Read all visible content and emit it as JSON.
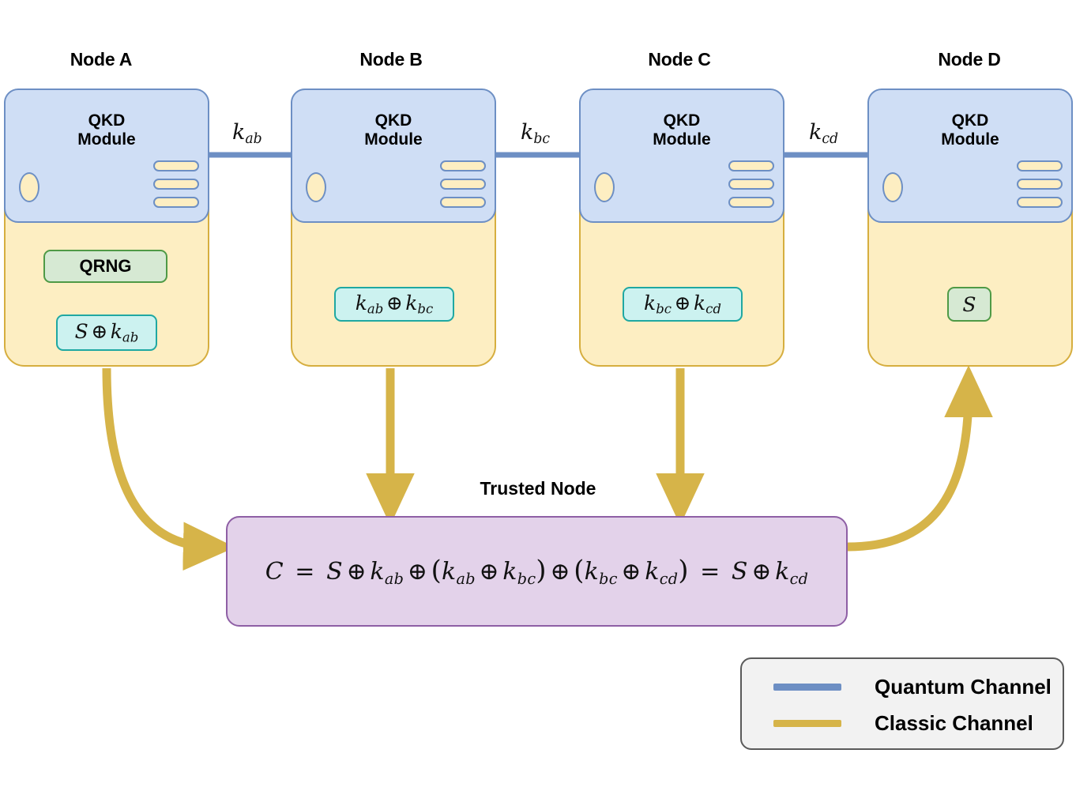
{
  "diagram": {
    "title_trusted_node": "Trusted Node",
    "colors": {
      "quantum_channel": "#6d8fc4",
      "classic_channel": "#d6b449",
      "node_shell_fill": "#fdeec2",
      "node_shell_border": "#d6ae3f",
      "qkd_module_fill": "#cfdef5",
      "qkd_module_border": "#6d8fc4",
      "qrng_fill": "#d6e9d3",
      "qrng_border": "#4f9a46",
      "xor_box_fill": "#ccf2f0",
      "xor_box_border": "#1fa8a2",
      "trusted_node_fill": "#e3d2ea",
      "trusted_node_border": "#8e5fa5",
      "legend_fill": "#f2f2f2",
      "legend_border": "#5a5a5a"
    }
  },
  "nodes": [
    {
      "title": "Node A",
      "module_label_line1": "QKD",
      "module_label_line2": "Module",
      "qrng_label": "QRNG",
      "payload": {
        "base": "S",
        "op": "⊕",
        "term": "k",
        "term_sub": "ab"
      },
      "payload_text": "S ⊕ k_ab"
    },
    {
      "title": "Node B",
      "module_label_line1": "QKD",
      "module_label_line2": "Module",
      "payload": {
        "base": "k",
        "base_sub": "ab",
        "op": "⊕",
        "term": "k",
        "term_sub": "bc"
      },
      "payload_text": "k_ab ⊕ k_bc"
    },
    {
      "title": "Node C",
      "module_label_line1": "QKD",
      "module_label_line2": "Module",
      "payload": {
        "base": "k",
        "base_sub": "bc",
        "op": "⊕",
        "term": "k",
        "term_sub": "cd"
      },
      "payload_text": "k_bc ⊕ k_cd"
    },
    {
      "title": "Node D",
      "module_label_line1": "QKD",
      "module_label_line2": "Module",
      "payload": {
        "base": "S"
      },
      "payload_text": "S"
    }
  ],
  "channels": [
    {
      "name": "k",
      "sub": "ab",
      "text": "k_ab"
    },
    {
      "name": "k",
      "sub": "bc",
      "text": "k_bc"
    },
    {
      "name": "k",
      "sub": "cd",
      "text": "k_cd"
    }
  ],
  "trusted_node": {
    "label": "Trusted Node",
    "formula_text": "C = S ⊕ k_ab ⊕ (k_ab ⊕ k_bc) ⊕ (k_bc ⊕ k_cd) = S ⊕ k_cd"
  },
  "legend": {
    "items": [
      {
        "label": "Quantum Channel",
        "color": "#6d8fc4"
      },
      {
        "label": "Classic Channel",
        "color": "#d6b449"
      }
    ]
  }
}
